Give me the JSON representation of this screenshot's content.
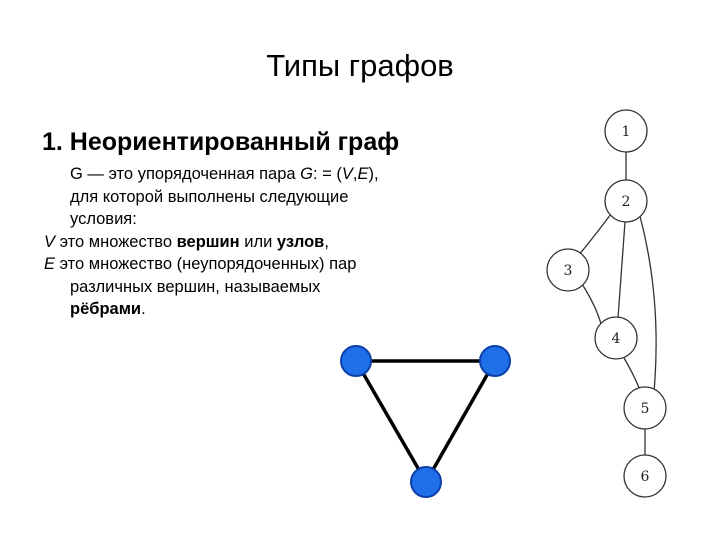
{
  "slide": {
    "title": "Типы графов",
    "heading": "1. Неориентированный граф",
    "p1": {
      "pre": "G — это упорядоченная пара ",
      "g": "G",
      "mid1": ": = (",
      "v": "V",
      "comma": ",",
      "e": "E",
      "post": "),",
      "line2": "для которой выполнены следующие",
      "line3": "условия:"
    },
    "p2": {
      "v": "V",
      "pre": " это множество ",
      "b1": "вершин",
      "mid": " или ",
      "b2": "узлов",
      "post": ","
    },
    "p3": {
      "e": "E",
      "line1": " это множество (неупорядоченных) пар",
      "line2": "различных вершин, называемых",
      "b": "рёбрами",
      "post": "."
    }
  },
  "triangle": {
    "node_color": "#1f6fe8",
    "node_stroke": "#0d3fa8"
  },
  "chain_graph": {
    "nodes": [
      "1",
      "2",
      "3",
      "4",
      "5",
      "6"
    ]
  }
}
